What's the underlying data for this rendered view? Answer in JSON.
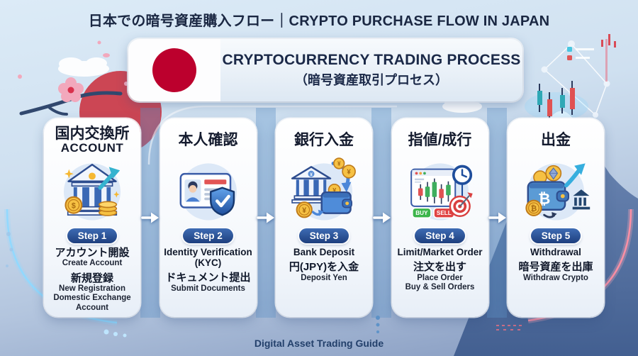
{
  "page": {
    "title": "日本での暗号資産購入フロー｜CRYPTO PURCHASE FLOW IN JAPAN",
    "footer": "Digital Asset Trading Guide"
  },
  "banner": {
    "icon": "japan-flag-icon",
    "title": "CRYPTOCURRENCY TRADING PROCESS",
    "subtitle": "（暗号資産取引プロセス）"
  },
  "colors": {
    "title_navy": "#1a2742",
    "badge_blue_top": "#3e6cb4",
    "badge_blue_bottom": "#1e3f7e",
    "flag_red": "#bc002d",
    "buy_green": "#3cb54a",
    "sell_red": "#e04343",
    "coin_gold": "#f6c143",
    "accent_cyan": "#8fd9ff",
    "accent_pink": "#ff8fa3"
  },
  "flow": {
    "arrow_icon": "flow-arrow-icon",
    "arrow_count": 4
  },
  "steps": [
    {
      "badge": "Step 1",
      "title_jp": "国内交換所",
      "subtitle_en": "ACCOUNT",
      "icon": "bank-exchange-growth-icon",
      "lines": {
        "jp1": "アカウント開設",
        "en1": "Create Account",
        "jp2": "新規登録",
        "en2": "New Registration",
        "en3": "Domestic Exchange Account"
      }
    },
    {
      "badge": "Step 2",
      "title_jp": "本人確認",
      "icon": "id-card-shield-icon",
      "lines": {
        "en1": "Identity Verification",
        "en1b": "(KYC)",
        "jp1": "ドキュメント提出",
        "en2": "Submit Documents"
      }
    },
    {
      "badge": "Step 3",
      "title_jp": "銀行入金",
      "icon": "bank-wallet-yen-icon",
      "lines": {
        "en1": "Bank Deposit",
        "jp1": "円(JPY)を入金",
        "en2": "Deposit Yen"
      }
    },
    {
      "badge": "Step 4",
      "title_jp": "指値/成行",
      "icon": "candlestick-order-icon",
      "icon_labels": {
        "buy": "BUY",
        "sell": "SELL"
      },
      "lines": {
        "en1": "Limit/Market Order",
        "jp1": "注文を出す",
        "en2": "Place Order",
        "en3": "Buy & Sell Orders"
      }
    },
    {
      "badge": "Step 5",
      "title_jp": "出金",
      "icon": "crypto-wallet-withdraw-icon",
      "lines": {
        "en1": "Withdrawal",
        "jp1": "暗号資産を出庫",
        "en2": "Withdraw Crypto"
      }
    }
  ],
  "glyphs": {
    "dollar": "$",
    "yen": "¥",
    "btc": "₿"
  },
  "decor": {
    "background_icons": [
      "rising-sun-icon",
      "sakura-branch-icon",
      "cloud-icon",
      "mount-fuji-icon",
      "constellation-icon",
      "candlestick-glow-icon",
      "cyan-glow-curve-icon",
      "pink-glow-curve-icon"
    ]
  }
}
